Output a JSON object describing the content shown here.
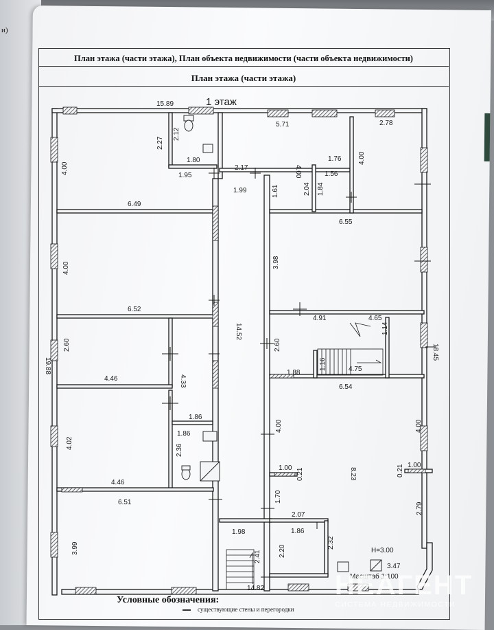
{
  "edge": {
    "left_fragment": "и)"
  },
  "header": {
    "title": "План этажа (части этажа), План объекта недвижимости (части объекта недвижимости)",
    "subtitle": "План этажа (части этажа)"
  },
  "plan": {
    "floor_label": "1 этаж",
    "scale_text": "Масштаб 1:100",
    "height_text": "H=3.00",
    "dimensions": {
      "top_total": "15.89",
      "left_total": "19.88",
      "right_total": "18.45",
      "bottom_total": "14.82",
      "corridor_len": "14.52",
      "d_2_27": "2.27",
      "d_2_12": "2.12",
      "d_1_80": "1.80",
      "d_1_95": "1.95",
      "d_5_71": "5.71",
      "d_2_78": "2.78",
      "d_4_00_top": "4.00",
      "d_1_76": "1.76",
      "d_1_56": "1.56",
      "d_4_00_r": "4.00",
      "d_2_17": "2.17",
      "d_1_99": "1.99",
      "d_1_61": "1.61",
      "d_2_04": "2.04",
      "d_1_84": "1.84",
      "d_4_00_l1": "4.00",
      "d_6_49": "6.49",
      "d_6_55": "6.55",
      "d_4_00_l2": "4.00",
      "d_3_98": "3.98",
      "d_6_52": "6.52",
      "d_4_91": "4.91",
      "d_4_65": "4.65",
      "d_1_14": "1.14",
      "d_2_60_l": "2.60",
      "d_4_33": "4.33",
      "d_2_60_c": "2.60",
      "d_4_46_a": "4.46",
      "d_1_88": "1.88",
      "d_1_16": "1.16",
      "d_4_75": "4.75",
      "d_6_54": "6.54",
      "d_1_86_a": "1.86",
      "d_1_86_b": "1.86",
      "d_4_02": "4.02",
      "d_4_00_c": "4.00",
      "d_4_00_rr": "4.00",
      "d_8_23": "8.23",
      "d_2_36": "2.36",
      "d_1_00_a": "1.00",
      "d_0_21_a": "0.21",
      "d_0_21_b": "0.21",
      "d_1_00_b": "1.00",
      "d_4_46_b": "4.46",
      "d_6_51": "6.51",
      "d_1_70": "1.70",
      "d_2_07": "2.07",
      "d_2_79": "2.79",
      "d_1_98": "1.98",
      "d_1_86_c": "1.86",
      "d_3_99": "3.99",
      "d_2_41": "2.41",
      "d_2_20": "2.20",
      "d_2_32": "2.32",
      "d_3_47": "3.47"
    }
  },
  "legend": {
    "title": "Условные обозначения:",
    "item": "существующие стены и перегородки"
  },
  "watermark": {
    "brand": "НЕАГЕНТ",
    "tagline": "СИСТЕМА НЕДВИЖИМОСТИ"
  },
  "colors": {
    "wall_hatch": "#444444",
    "paper": "#f6f7f9",
    "ink": "#1a1a1a"
  }
}
